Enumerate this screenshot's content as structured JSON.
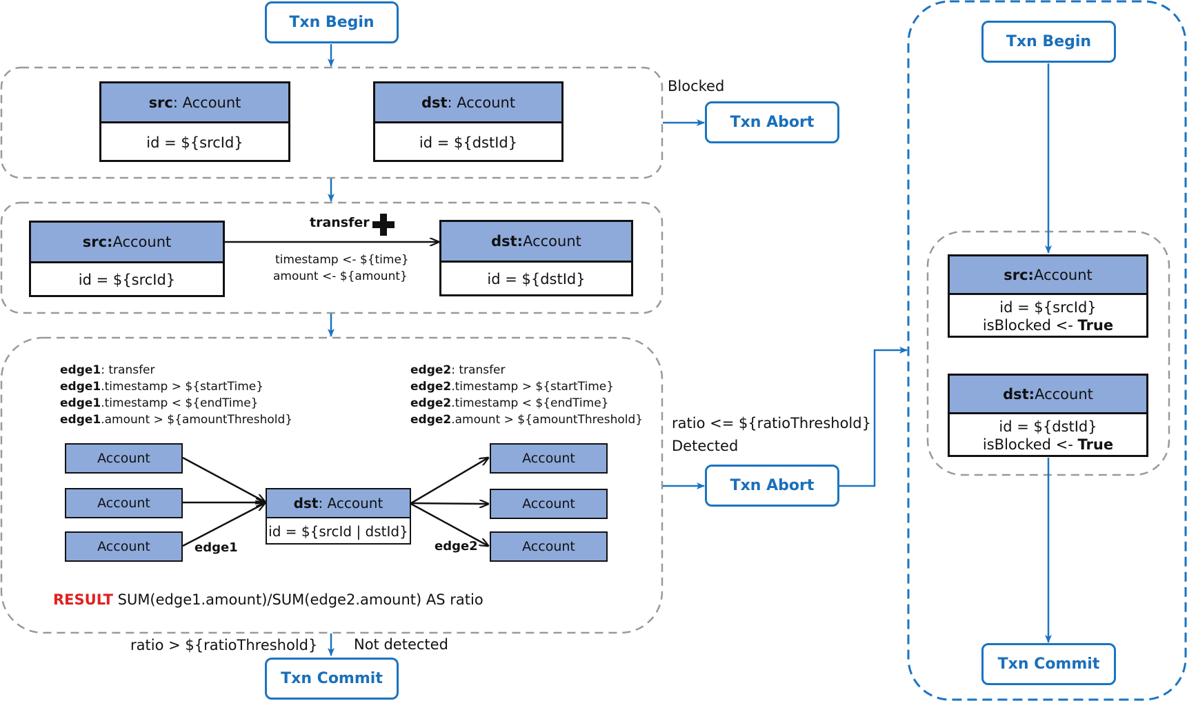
{
  "colors": {
    "accent": "#1a73c1",
    "node_header": "#8eaadb",
    "result_keyword": "#e02020",
    "dashed_border": "#999999"
  },
  "txn_begin": "Txn Begin",
  "txn_abort": "Txn Abort",
  "txn_commit": "Txn Commit",
  "step1": {
    "src_header_key": "src",
    "src_header_rest": ": Account",
    "src_body": "id = ${srcId}",
    "dst_header_key": "dst",
    "dst_header_rest": ": Account",
    "dst_body": "id = ${dstId}",
    "blocked_label": "Blocked"
  },
  "step2": {
    "src_header_key": "src:",
    "src_header_rest": " Account",
    "src_body": "id = ${srcId}",
    "dst_header_key": "dst:",
    "dst_header_rest": " Account",
    "dst_body": "id = ${dstId}",
    "edge_label": "transfer",
    "edge_prop1": "timestamp <- ${time}",
    "edge_prop2": "amount <- ${amount}"
  },
  "step3": {
    "edge1_conditions": [
      {
        "key": "edge1",
        "rest": ": transfer"
      },
      {
        "key": "edge1",
        "rest": ".timestamp > ${startTime}"
      },
      {
        "key": "edge1",
        "rest": ".timestamp < ${endTime}"
      },
      {
        "key": "edge1",
        "rest": ".amount > ${amountThreshold}"
      }
    ],
    "edge2_conditions": [
      {
        "key": "edge2",
        "rest": ": transfer"
      },
      {
        "key": "edge2",
        "rest": ".timestamp > ${startTime}"
      },
      {
        "key": "edge2",
        "rest": ".timestamp < ${endTime}"
      },
      {
        "key": "edge2",
        "rest": ".amount > ${amountThreshold}"
      }
    ],
    "account_label": "Account",
    "center_header_key": "dst",
    "center_header_rest": ": Account",
    "center_body": "id = ${srcId | dstId}",
    "edge1_label": "edge1",
    "edge2_label": "edge2",
    "result_keyword": "RESULT",
    "result_expr": " SUM(edge1.amount)/SUM(edge2.amount) AS ratio",
    "detected_line1": "ratio <= ${ratioThreshold}",
    "detected_line2": "Detected",
    "not_detected_left": "ratio > ${ratioThreshold}",
    "not_detected_right": "Not detected"
  },
  "right_panel": {
    "src_header_key": "src:",
    "src_header_rest": " Account",
    "src_body_line1": "id = ${srcId}",
    "src_body_line2_pre": "isBlocked <- ",
    "src_body_line2_bold": "True",
    "dst_header_key": "dst:",
    "dst_header_rest": " Account",
    "dst_body_line1": "id = ${dstId}",
    "dst_body_line2_pre": "isBlocked <- ",
    "dst_body_line2_bold": "True"
  }
}
